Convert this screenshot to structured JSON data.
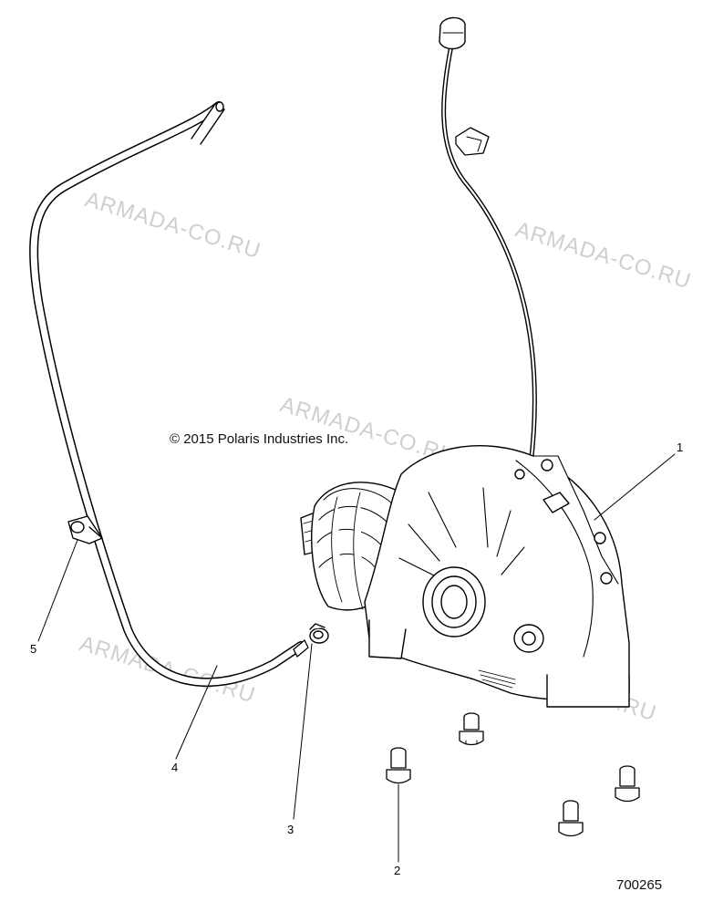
{
  "watermark": "ARMADA-CO.RU",
  "copyright": "© 2015 Polaris Industries Inc.",
  "figure_number": "700265",
  "callouts": {
    "c1": "1",
    "c2": "2",
    "c3": "3",
    "c4": "4",
    "c5": "5"
  }
}
